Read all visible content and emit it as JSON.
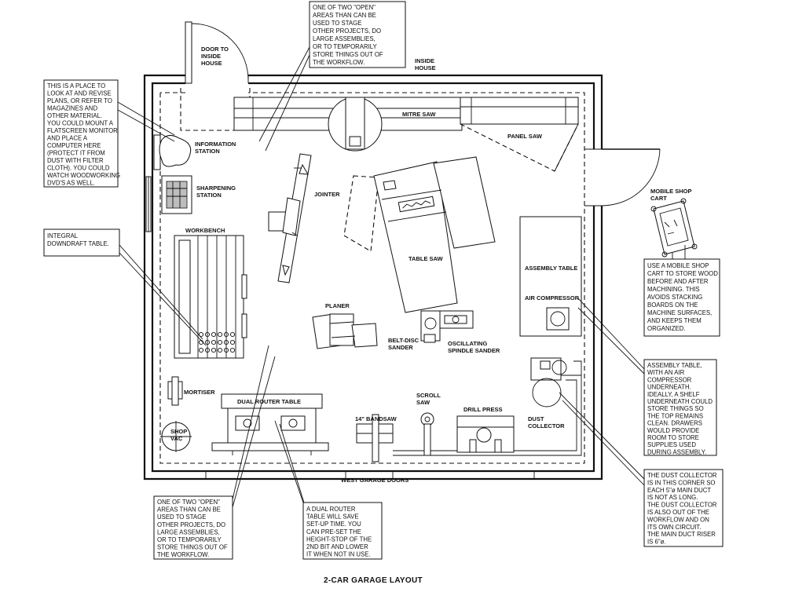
{
  "title": "2-CAR GARAGE LAYOUT",
  "labels": {
    "door_to_inside_house": [
      "DOOR TO",
      "INSIDE",
      "HOUSE"
    ],
    "inside_house": [
      "INSIDE",
      "HOUSE"
    ],
    "information_station": [
      "INFORMATION",
      "STATION"
    ],
    "sharpening_station": [
      "SHARPENING",
      "STATION"
    ],
    "workbench": "WORKBENCH",
    "mitre_saw": "MITRE SAW",
    "panel_saw": "PANEL SAW",
    "jointer": "JOINTER",
    "table_saw": "TABLE SAW",
    "planer": "PLANER",
    "belt_disc_sander": [
      "BELT-DISC",
      "SANDER"
    ],
    "oscillating_spindle_sander": [
      "OSCILLATING",
      "SPINDLE SANDER"
    ],
    "assembly_table": "ASSEMBLY TABLE",
    "air_compressor": "AIR COMPRESSOR",
    "mobile_shop_cart": [
      "MOBILE SHOP",
      "CART"
    ],
    "mortiser": "MORTISER",
    "shop_vac": [
      "SHOP",
      "VAC"
    ],
    "dual_router_table": "DUAL ROUTER TABLE",
    "bandsaw": "14\" BANDSAW",
    "scroll_saw": [
      "SCROLL",
      "SAW"
    ],
    "drill_press": "DRILL PRESS",
    "dust_collector": [
      "DUST",
      "COLLECTOR"
    ],
    "west_garage_doors": "WEST GARAGE DOORS"
  },
  "notes": {
    "open_area_top": [
      "ONE OF TWO \"OPEN\"",
      "AREAS THAN CAN BE",
      "USED TO STAGE",
      "OTHER PROJECTS, DO",
      "LARGE ASSEMBLIES,",
      "OR TO TEMPORARILY",
      "STORE THINGS OUT OF",
      "THE WORKFLOW."
    ],
    "information": [
      "THIS IS A PLACE TO",
      "LOOK AT AND REVISE",
      "PLANS, OR REFER TO",
      "MAGAZINES AND",
      "OTHER MATERIAL.",
      "YOU COULD MOUNT A",
      "FLATSCREEN MONITOR",
      "AND PLACE A",
      "COMPUTER HERE",
      "(PROTECT IT FROM",
      "DUST WITH FILTER",
      "CLOTH).  YOU COULD",
      "WATCH WOODWORKING",
      "DVD'S AS WELL."
    ],
    "downdraft": [
      "INTEGRAL",
      "DOWNDRAFT TABLE."
    ],
    "mobile_cart": [
      "USE A MOBILE SHOP",
      "CART TO STORE WOOD",
      "BEFORE AND AFTER",
      "MACHINING.  THIS",
      "AVOIDS STACKING",
      "BOARDS ON THE",
      "MACHINE SURFACES,",
      "AND KEEPS THEM",
      "ORGANIZED."
    ],
    "assembly": [
      "ASSEMBLY TABLE,",
      "WITH AN AIR",
      "COMPRESSOR",
      "UNDERNEATH.",
      "IDEALLY, A SHELF",
      "UNDERNEATH COULD",
      "STORE THINGS SO",
      "THE TOP REMAINS",
      "CLEAN.  DRAWERS",
      "WOULD PROVIDE",
      "ROOM TO STORE",
      "SUPPLIES USED",
      "DURING ASSEMBLY."
    ],
    "dust": [
      "THE DUST COLLECTOR",
      "IS IN THIS CORNER SO",
      "EACH 5\"ø MAIN DUCT",
      "IS NOT AS LONG.",
      "THE DUST COLLECTOR",
      "IS ALSO OUT OF THE",
      "WORKFLOW AND ON",
      "ITS OWN CIRCUIT.",
      "THE MAIN DUCT RISER",
      "IS 6\"ø."
    ],
    "open_area_bottom": [
      "ONE OF TWO \"OPEN\"",
      "AREAS THAN CAN BE",
      "USED TO STAGE",
      "OTHER PROJECTS, DO",
      "LARGE ASSEMBLIES,",
      "OR TO TEMPORARILY",
      "STORE THINGS OUT OF",
      "THE WORKFLOW."
    ],
    "router": [
      "A DUAL ROUTER",
      "TABLE WILL SAVE",
      "SET-UP TIME.  YOU",
      "CAN PRE-SET THE",
      "HEIGHT-STOP OF THE",
      "2ND BIT AND LOWER",
      "IT WHEN NOT IN USE."
    ]
  }
}
